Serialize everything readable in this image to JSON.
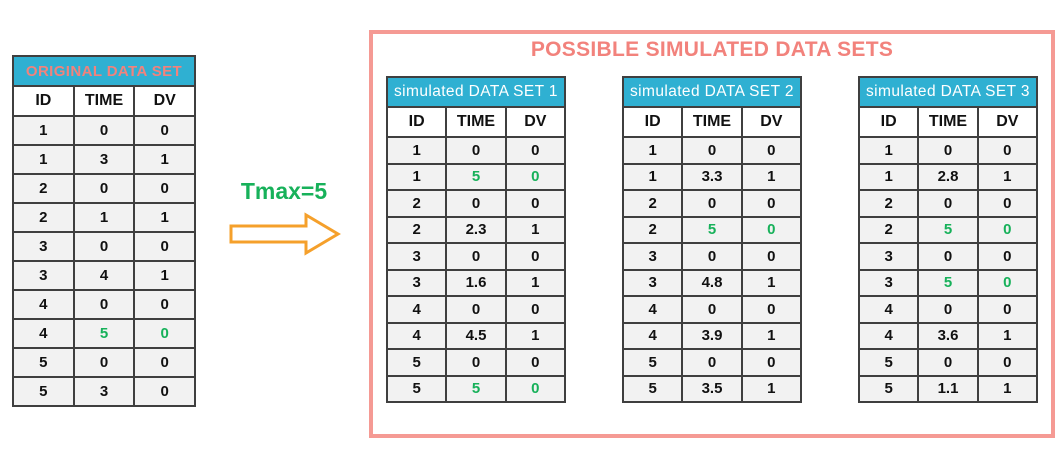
{
  "panel": {
    "title": "POSSIBLE SIMULATED DATA SETS"
  },
  "arrow": {
    "label": "Tmax=5"
  },
  "colors": {
    "header_cyan": "#2fb0d2",
    "salmon_text": "#f2827c",
    "salmon_border": "#f59a94",
    "highlight_green": "#17b15a",
    "arrow_orange": "#f5a02b",
    "grid_line": "#3f3f3f",
    "cell_background": "#f2f2f2"
  },
  "tables": {
    "original": {
      "title": "ORIGINAL DATA SET",
      "columns": [
        "ID",
        "TIME",
        "DV"
      ],
      "rows": [
        [
          "1",
          "0",
          "0"
        ],
        [
          "1",
          "3",
          "1"
        ],
        [
          "2",
          "0",
          "0"
        ],
        [
          "2",
          "1",
          "1"
        ],
        [
          "3",
          "0",
          "0"
        ],
        [
          "3",
          "4",
          "1"
        ],
        [
          "4",
          "0",
          "0"
        ],
        [
          "4",
          {
            "v": "5",
            "green": true
          },
          {
            "v": "0",
            "green": true
          }
        ],
        [
          "5",
          "0",
          "0"
        ],
        [
          "5",
          "3",
          "0"
        ]
      ]
    },
    "sim1": {
      "title": "simulated DATA SET 1",
      "columns": [
        "ID",
        "TIME",
        "DV"
      ],
      "rows": [
        [
          "1",
          "0",
          "0"
        ],
        [
          "1",
          {
            "v": "5",
            "green": true
          },
          {
            "v": "0",
            "green": true
          }
        ],
        [
          "2",
          "0",
          "0"
        ],
        [
          "2",
          "2.3",
          "1"
        ],
        [
          "3",
          "0",
          "0"
        ],
        [
          "3",
          "1.6",
          "1"
        ],
        [
          "4",
          "0",
          "0"
        ],
        [
          "4",
          "4.5",
          "1"
        ],
        [
          "5",
          "0",
          "0"
        ],
        [
          "5",
          {
            "v": "5",
            "green": true
          },
          {
            "v": "0",
            "green": true
          }
        ]
      ]
    },
    "sim2": {
      "title": "simulated DATA SET 2",
      "columns": [
        "ID",
        "TIME",
        "DV"
      ],
      "rows": [
        [
          "1",
          "0",
          "0"
        ],
        [
          "1",
          "3.3",
          "1"
        ],
        [
          "2",
          "0",
          "0"
        ],
        [
          "2",
          {
            "v": "5",
            "green": true
          },
          {
            "v": "0",
            "green": true
          }
        ],
        [
          "3",
          "0",
          "0"
        ],
        [
          "3",
          "4.8",
          "1"
        ],
        [
          "4",
          "0",
          "0"
        ],
        [
          "4",
          "3.9",
          "1"
        ],
        [
          "5",
          "0",
          "0"
        ],
        [
          "5",
          "3.5",
          "1"
        ]
      ]
    },
    "sim3": {
      "title": "simulated DATA SET 3",
      "columns": [
        "ID",
        "TIME",
        "DV"
      ],
      "rows": [
        [
          "1",
          "0",
          "0"
        ],
        [
          "1",
          "2.8",
          "1"
        ],
        [
          "2",
          "0",
          "0"
        ],
        [
          "2",
          {
            "v": "5",
            "green": true
          },
          {
            "v": "0",
            "green": true
          }
        ],
        [
          "3",
          "0",
          "0"
        ],
        [
          "3",
          {
            "v": "5",
            "green": true
          },
          {
            "v": "0",
            "green": true
          }
        ],
        [
          "4",
          "0",
          "0"
        ],
        [
          "4",
          "3.6",
          "1"
        ],
        [
          "5",
          "0",
          "0"
        ],
        [
          "5",
          "1.1",
          "1"
        ]
      ]
    }
  }
}
